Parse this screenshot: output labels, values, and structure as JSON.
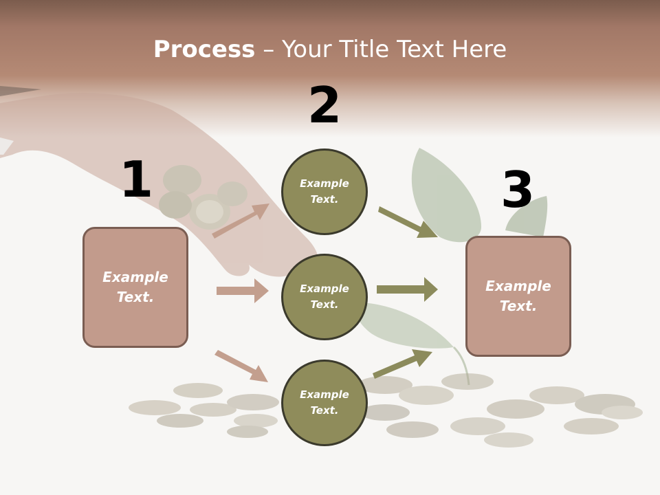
{
  "title": {
    "bold": "Process",
    "rest": " – Your Title Text Here"
  },
  "steps": {
    "one": {
      "number": "1",
      "box_line1": "Example",
      "box_line2": "Text."
    },
    "two": {
      "number": "2",
      "circles": [
        {
          "line1": "Example",
          "line2": "Text."
        },
        {
          "line1": "Example",
          "line2": "Text."
        },
        {
          "line1": "Example",
          "line2": "Text."
        }
      ]
    },
    "three": {
      "number": "3",
      "box_line1": "Example",
      "box_line2": "Text."
    }
  },
  "colors": {
    "brown_box": "#c29b8c",
    "brown_arrow": "#c39f8e",
    "olive_circle": "#8f8c5b",
    "olive_arrow": "#8c8b5c"
  }
}
